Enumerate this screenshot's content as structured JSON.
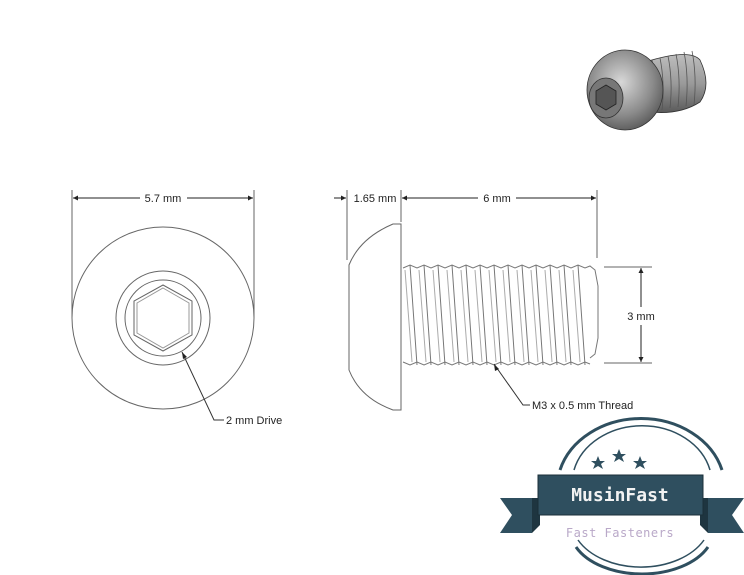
{
  "drawing": {
    "front_view": {
      "diameter_label": "5.7 mm",
      "drive_label": "2 mm Drive"
    },
    "side_view": {
      "head_height_label": "1.65 mm",
      "length_label": "6 mm",
      "thread_diameter_label": "3 mm",
      "thread_label": "M3 x 0.5 mm Thread"
    },
    "iso_view": {
      "description": "3D render of button head socket cap screw"
    }
  },
  "logo": {
    "brand": "MusinFast",
    "tagline": "Fast Fasteners",
    "colors": {
      "banner": "#2f4f5f",
      "arc": "#2f4f5f",
      "title_text": "#f2f2f2",
      "tagline_text": "#b9a8c8"
    },
    "stars": 3
  },
  "colors": {
    "line": "#555555",
    "text": "#222222",
    "background": "#ffffff"
  }
}
